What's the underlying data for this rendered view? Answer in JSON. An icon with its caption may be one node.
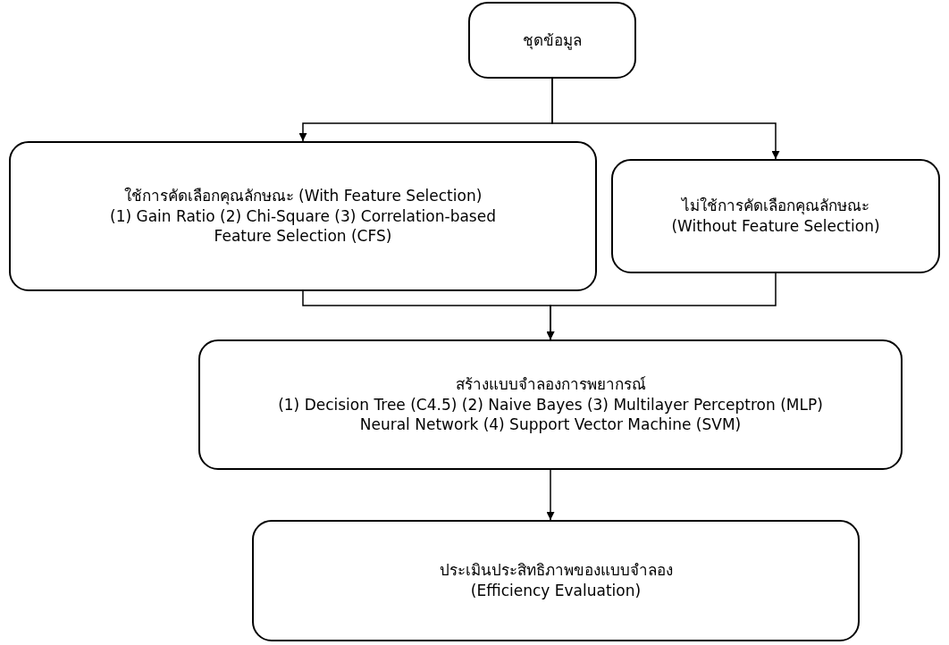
{
  "diagram": {
    "nodes": [
      {
        "text": [
          "ชุดข้อมูล"
        ]
      },
      {
        "text": [
          "ใช้การคัดเลือกคุณลักษณะ (With Feature Selection)",
          "(1) Gain Ratio (2) Chi-Square (3) Correlation-based Feature Selection (CFS)"
        ]
      },
      {
        "text": [
          "ไม่ใช้การคัดเลือกคุณลักษณะ",
          "(Without Feature Selection)"
        ]
      },
      {
        "text": [
          "สร้างแบบจำลองการพยากรณ์",
          "(1) Decision Tree (C4.5) (2) Naive Bayes (3) Multilayer Perceptron (MLP) Neural Network (4) Support Vector Machine (SVM)"
        ]
      },
      {
        "text": [
          "ประเมินประสิทธิภาพของแบบจำลอง",
          "(Efficiency Evaluation)"
        ]
      }
    ],
    "edges": [
      {
        "from": 0,
        "to": 1,
        "arrow": "to"
      },
      {
        "from": 0,
        "to": 2,
        "arrow": "to"
      },
      {
        "from": 1,
        "to": 3,
        "arrow": "to"
      },
      {
        "from": 2,
        "to": 3,
        "arrow": "to"
      },
      {
        "from": 3,
        "to": 4,
        "arrow": "to"
      }
    ]
  }
}
